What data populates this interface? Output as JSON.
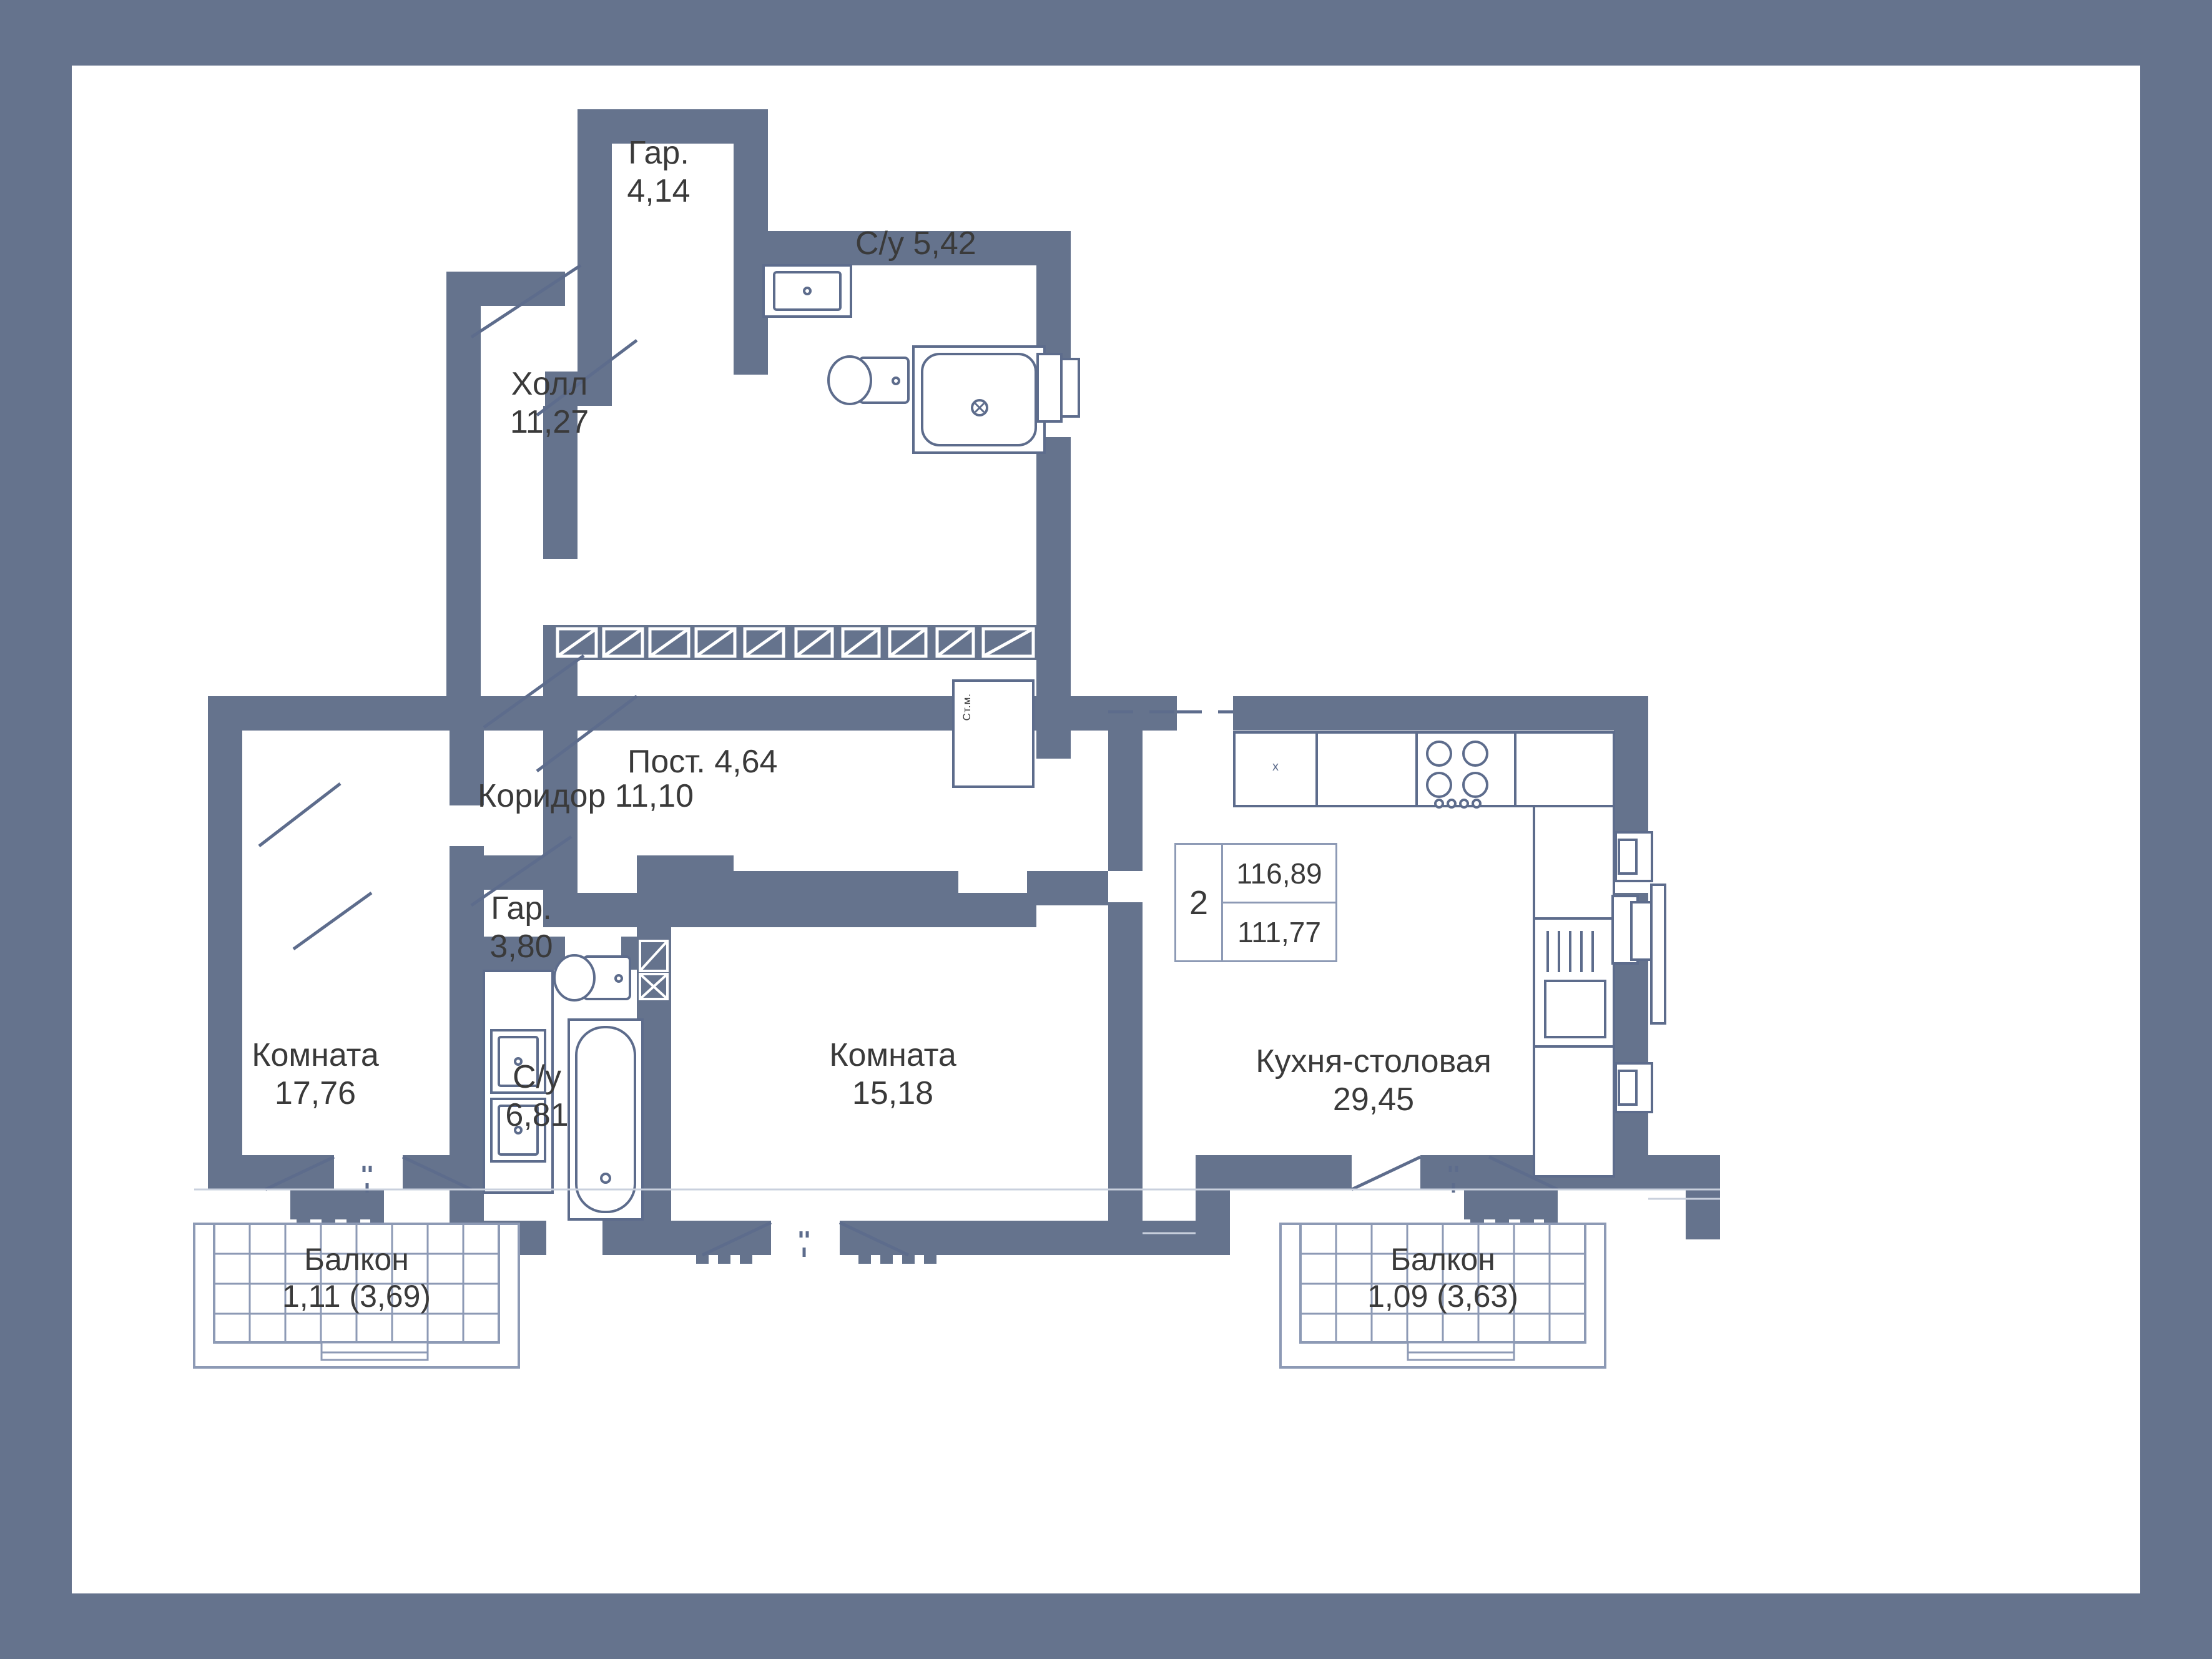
{
  "plan": {
    "title": "Floor plan",
    "wall_color": "#65738d",
    "fixture_line_color": "#8d9ab5",
    "background_color": "#ffffff",
    "border_color": "#65738d",
    "text_color": "#3a3a3a"
  },
  "summary_badge": {
    "rooms": "2",
    "total_area": "116,89",
    "living_area": "111,77"
  },
  "rooms": {
    "garderob_top": {
      "name": "Гар.",
      "area": "4,14"
    },
    "bathroom_top": {
      "name": "С/у",
      "area": "5,42",
      "combined": "С/у 5,42"
    },
    "hall": {
      "name": "Холл",
      "area": "11,27"
    },
    "post": {
      "name": "Пост.",
      "area": "4,64",
      "combined": "Пост. 4,64"
    },
    "corridor": {
      "name": "Коридор",
      "area": "11,10",
      "combined": "Коридор  11,10"
    },
    "garderob_mid": {
      "name": "Гар.",
      "area": "3,80"
    },
    "bathroom_mid": {
      "name": "С/у",
      "area": "6,81"
    },
    "room_left": {
      "name": "Комната",
      "area": "17,76"
    },
    "room_mid": {
      "name": "Комната",
      "area": "15,18"
    },
    "kitchen": {
      "name": "Кухня-столовая",
      "area": "29,45"
    },
    "balcony_left": {
      "name": "Балкон",
      "area": "1,11 (3,69)"
    },
    "balcony_right": {
      "name": "Балкон",
      "area": "1,09 (3,63)"
    }
  },
  "fixtures": {
    "washing_machine_label": "Ст.м.",
    "fridge_label": "х"
  }
}
